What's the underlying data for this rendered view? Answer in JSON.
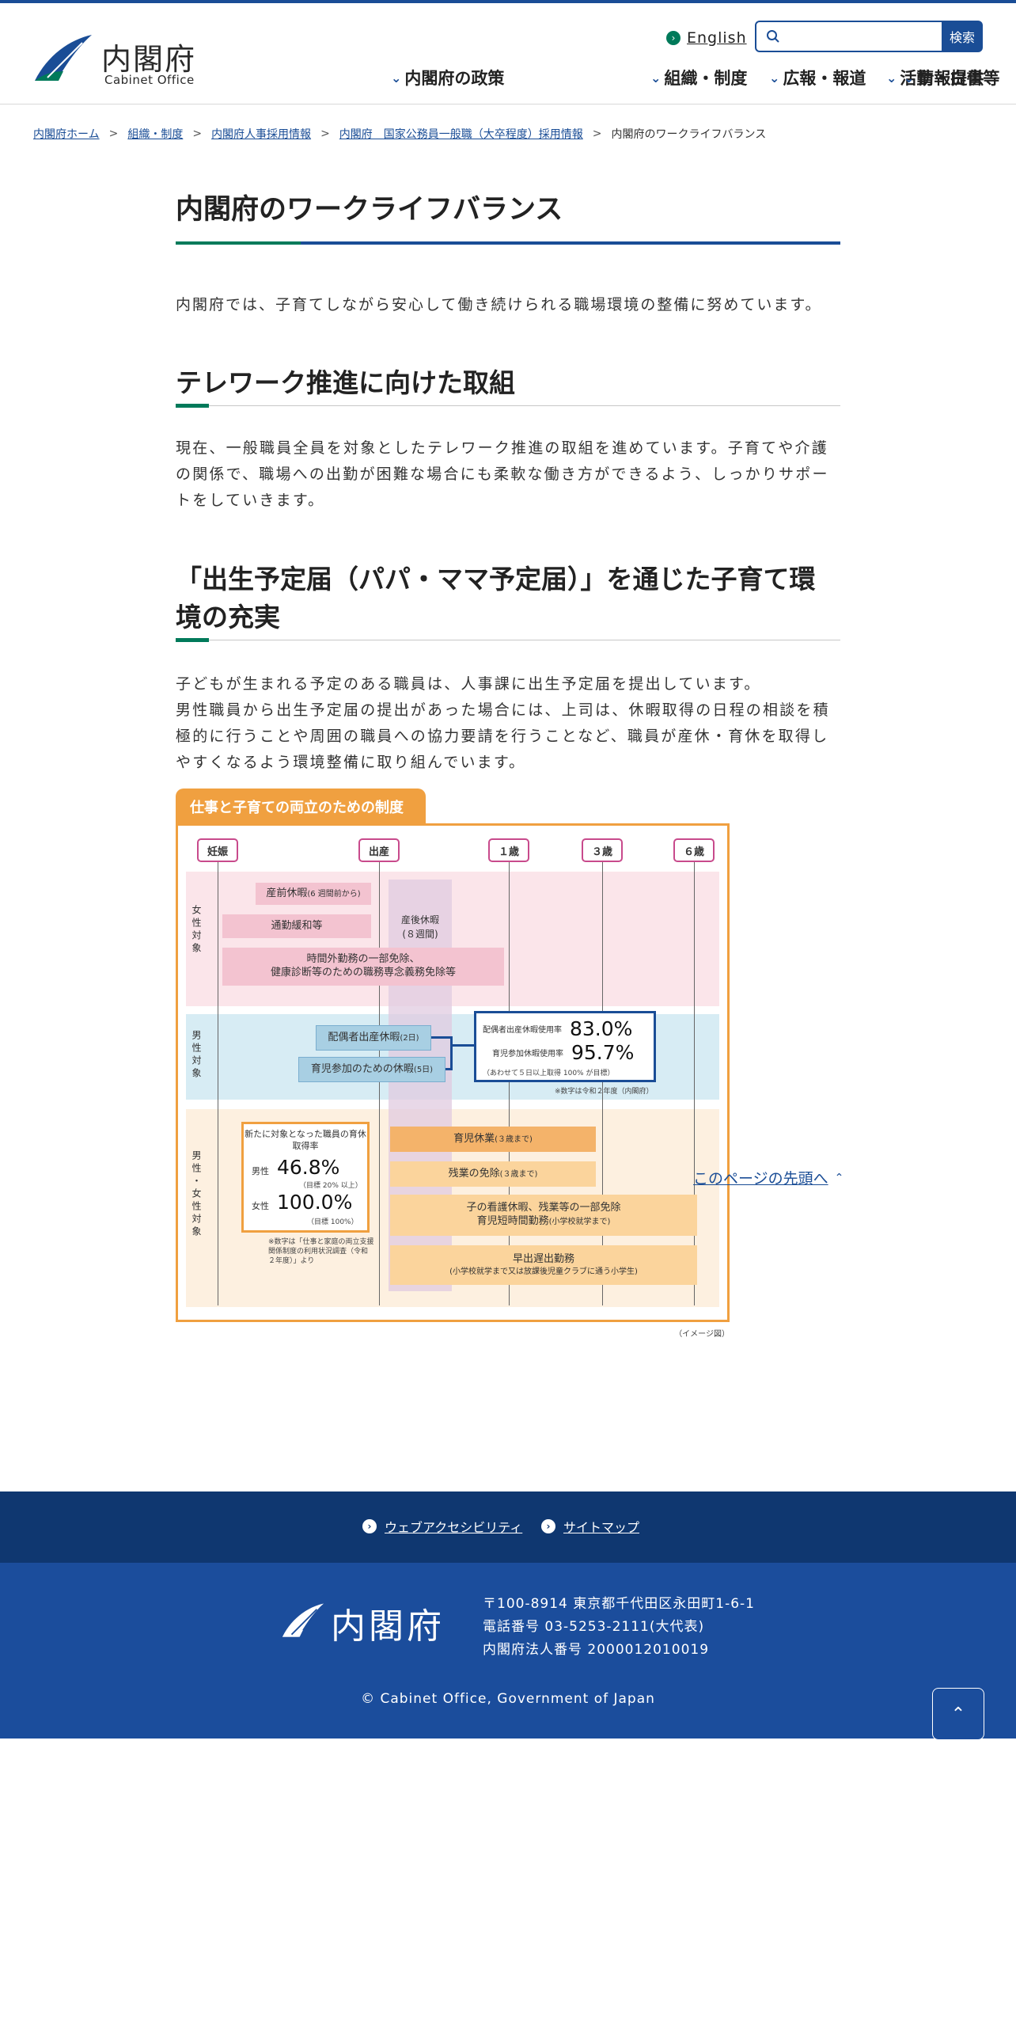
{
  "header": {
    "logo_ja": "内閣府",
    "logo_en": "Cabinet Office",
    "english_label": "English",
    "search_placeholder": "",
    "search_button": "検索",
    "nav": [
      "内閣府の政策",
      "組織・制度",
      "広報・報道",
      "活動・白書等",
      "情報提供"
    ]
  },
  "breadcrumb": [
    "内閣府ホーム",
    "組織・制度",
    "内閣府人事採用情報",
    "内閣府　国家公務員一般職（大卒程度）採用情報",
    "内閣府のワークライフバランス"
  ],
  "main": {
    "title": "内閣府のワークライフバランス",
    "lead": "内閣府では、子育てしながら安心して働き続けられる職場環境の整備に努めています。",
    "section1": {
      "heading": "テレワーク推進に向けた取組",
      "body": "現在、一般職員全員を対象としたテレワーク推進の取組を進めています。子育てや介護の関係で、職場への出勤が困難な場合にも柔軟な働き方ができるよう、しっかりサポートをしていきます。"
    },
    "section2": {
      "heading": "「出生予定届（パパ・ママ予定届）」を通じた子育て環境の充実",
      "body_line1": "子どもが生まれる予定のある職員は、人事課に出生予定届を提出しています。",
      "body_line2": "男性職員から出生予定届の提出があった場合には、上司は、休暇取得の日程の相談を積極的に行うことや周囲の職員への協力要請を行うことなど、職員が産休・育休を取得しやすくなるよう環境整備に取り組んでいます。"
    },
    "figure": {
      "tab": "仕事と子育ての両立のための制度",
      "milestones": [
        "妊娠",
        "出産",
        "１歳",
        "３歳",
        "６歳"
      ],
      "band_female": "女性対象",
      "band_male": "男性対象",
      "band_both": "男性・女性対象",
      "prenatal": "産前休暇",
      "prenatal_note": "(6 週間前から)",
      "commute": "通勤緩和等",
      "overtime_line1": "時間外勤務の一部免除、",
      "overtime_line2": "健康診断等のための職務専念義務免除等",
      "postnatal": "産後休暇",
      "postnatal_note": "(８週間)",
      "spouse_leave": "配偶者出産休暇",
      "spouse_leave_note": "(2日)",
      "childcare_participation": "育児参加のための休暇",
      "childcare_participation_note": "(5日)",
      "rate1_label": "配偶者出産休暇使用率",
      "rate1_value": "83.0%",
      "rate2_label": "育児参加休暇使用率",
      "rate2_value": "95.7%",
      "rate_note": "（あわせて５日以上取得 100% が目標）",
      "rate_source": "※数字は令和２年度（内閣府）",
      "new_target_head": "新たに対象となった職員の育休取得率",
      "male_label": "男性",
      "male_value": "46.8%",
      "male_target": "（目標 20% 以上）",
      "female_label": "女性",
      "female_value": "100.0%",
      "female_target": "（目標 100%）",
      "survey_note": "※数字は「仕事と家庭の両立支援関係制度の利用状況調査（令和２年度）」より",
      "childcare_leave": "育児休業",
      "childcare_leave_note": "(３歳まで)",
      "overtime_exempt": "残業の免除",
      "overtime_exempt_note": "(３歳まで)",
      "nursing_line1": "子の看護休暇、残業等の一部免除",
      "nursing_line2": "育児短時間勤務",
      "nursing_note": "(小学校就学まで)",
      "early_late_line1": "早出遅出勤務",
      "early_late_line2": "(小学校就学まで又は放課後児童クラブに通う小学生)",
      "image_note": "（イメージ図）"
    },
    "page_top_link": "このページの先頭へ"
  },
  "footer": {
    "links": [
      "ウェブアクセシビリティ",
      "サイトマップ"
    ],
    "logo_ja": "内閣府",
    "address": "〒100-8914  東京都千代田区永田町1-6-1",
    "phone": "電話番号  03-5253-2111(大代表)",
    "corporate_number": "内閣府法人番号 2000012010019",
    "copyright": "© Cabinet Office, Government of Japan"
  },
  "colors": {
    "brand_blue": "#1a4d96",
    "accent_green": "#007a5a",
    "footer_dark": "#0f3770",
    "footer_blue": "#1b4d9c",
    "figure_orange": "#f0a040"
  },
  "icons": [
    "logo-leaf-icon",
    "globe-icon",
    "search-icon",
    "chevron-down-icon",
    "chevron-up-icon",
    "circle-arrow-icon"
  ]
}
